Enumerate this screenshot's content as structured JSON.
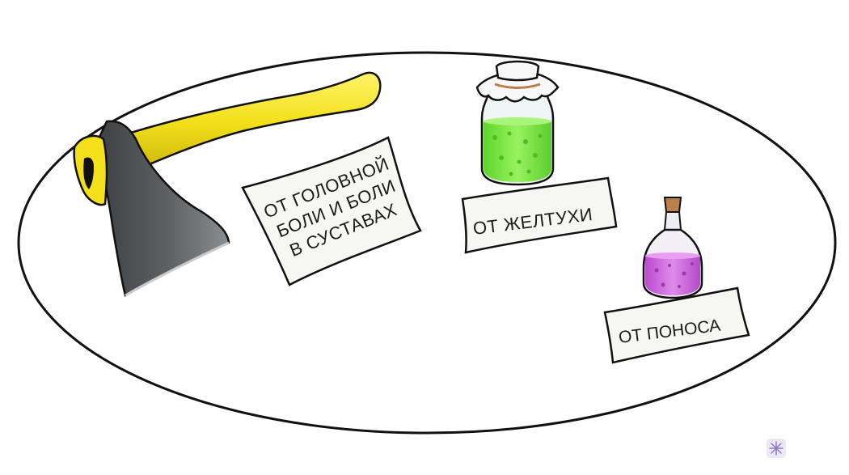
{
  "labels": {
    "headache": {
      "line1": "ОТ ГОЛОВНОЙ",
      "line2": "БОЛИ И БОЛИ",
      "line3": "В СУСТАВАХ"
    },
    "jaundice": "ОТ ЖЕЛТУХИ",
    "diarrhea": "ОТ ПОНОСА"
  },
  "colors": {
    "outline": "#111111",
    "axe_handle": "#f3e01a",
    "axe_blade": "#56595c",
    "green_liquid": "#7ee84a",
    "purple_liquid": "#d36be0",
    "paper": "#f6f6f3",
    "cork": "#b9804a"
  },
  "icons": {
    "corner_badge": "snowflake-icon"
  }
}
